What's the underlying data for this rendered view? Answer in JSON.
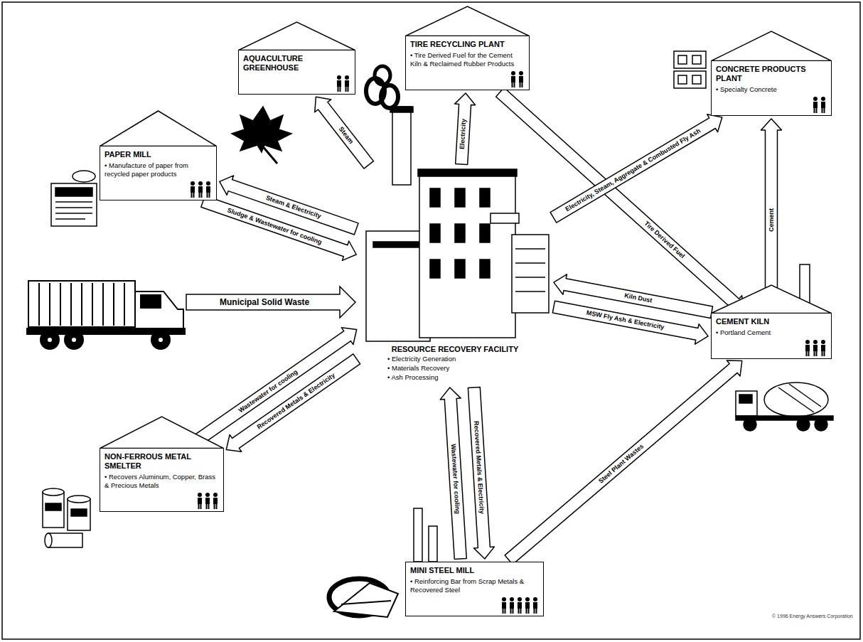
{
  "diagram": {
    "nodes": [
      {
        "text": [
          "AQUACULTURE GREENHOUSE"
        ]
      },
      {
        "text": [
          "TIRE RECYCLING PLANT",
          "• Tire Derived Fuel for the Cement Kiln & Reclaimed Rubber Products"
        ]
      },
      {
        "text": [
          "PAPER MILL",
          "• Manufacture of paper from recycled paper products"
        ]
      },
      {
        "text": [
          "CONCRETE PRODUCTS PLANT",
          "• Specialty Concrete"
        ]
      },
      {
        "text": [
          "RESOURCE RECOVERY FACILITY",
          "• Electricity Generation",
          "• Materials Recovery",
          "• Ash Processing"
        ]
      },
      {
        "text": [
          "CEMENT KILN",
          "• Portland Cement"
        ]
      },
      {
        "text": [
          "NON-FERROUS METAL SMELTER",
          "• Recovers Aluminum, Copper, Brass & Precious Metals"
        ]
      },
      {
        "text": [
          "MINI STEEL MILL",
          "• Reinforcing Bar from Scrap Metals & Recovered Steel"
        ]
      }
    ],
    "edges": [
      {
        "from": 4,
        "to": 2,
        "label": "Steam & Electricity",
        "arrow": "to"
      },
      {
        "from": 2,
        "to": 4,
        "label": "Sludge & Wastewater for cooling",
        "arrow": "to"
      },
      {
        "from": 4,
        "to": 0,
        "label": "Steam",
        "arrow": "to"
      },
      {
        "from": 4,
        "to": 1,
        "label": "Electricity",
        "arrow": "to"
      },
      {
        "from": 1,
        "to": 5,
        "label": "Tire Derived Fuel",
        "arrow": "to"
      },
      {
        "from": 4,
        "to": 3,
        "label": "Electricity, Steam, Aggregate & Combusted Fly Ash",
        "arrow": "to"
      },
      {
        "from": 5,
        "to": 3,
        "label": "Cement",
        "arrow": "to"
      },
      {
        "from": 5,
        "to": 4,
        "label": "Kiln Dust",
        "arrow": "to"
      },
      {
        "from": 4,
        "to": 5,
        "label": "MSW Fly Ash & Electricity",
        "arrow": "to"
      },
      {
        "from": 4,
        "to": 6,
        "label": "Recovered Metals & Electricity",
        "arrow": "to"
      },
      {
        "from": 6,
        "to": 4,
        "label": "Wastewater for cooling",
        "arrow": "to"
      },
      {
        "from": 4,
        "to": 7,
        "label": "Recovered Metals & Electricity",
        "arrow": "to"
      },
      {
        "from": 7,
        "to": 4,
        "label": "Wastewater for cooling",
        "arrow": "to"
      },
      {
        "from": 7,
        "to": 5,
        "label": "Steel Plant Wastes",
        "arrow": "to"
      }
    ],
    "labels": [
      "Municipal Solid Waste",
      "© 1996 Energy Answers Corporation"
    ]
  }
}
